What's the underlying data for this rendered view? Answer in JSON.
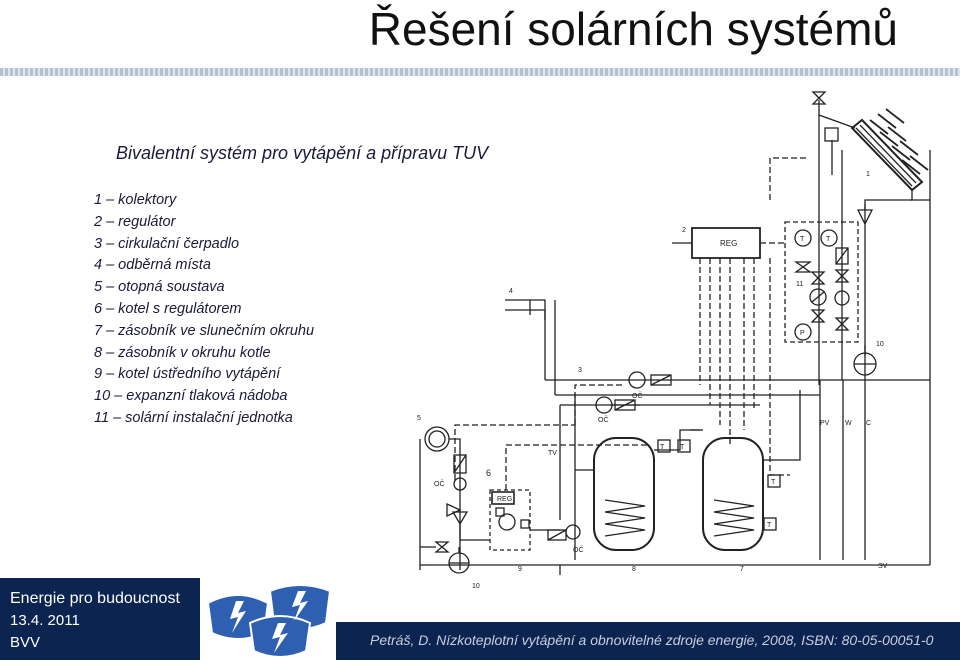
{
  "slide": {
    "title": "Řešení solárních systémů",
    "subtitle": "Bivalentní systém pro vytápění a přípravu TUV"
  },
  "legend": [
    "1 – kolektory",
    "2 – regulátor",
    "3 – cirkulační čerpadlo",
    "4 – odběrná místa",
    "5 – otopná soustava",
    "6 – kotel s regulátorem",
    "7 – zásobník ve slunečním okruhu",
    "8 – zásobník v okruhu kotle",
    "9 – kotel ústředního vytápění",
    "10 – expanzní tlaková nádoba",
    "11 – solární instalační jednotka"
  ],
  "diagram": {
    "labels": {
      "reg_main": "REG",
      "reg_boiler": "REG",
      "t": "T",
      "p": "P",
      "oc": "OČ",
      "tv": "TV",
      "pv": "PV",
      "w": "W",
      "c": "C",
      "sv": "SV",
      "n1": "1",
      "n2": "2",
      "n3": "3",
      "n4": "4",
      "n5": "5",
      "n6": "6",
      "n7": "7",
      "n8": "8",
      "n9": "9",
      "n10": "10",
      "n11": "11"
    }
  },
  "footer": {
    "line1": "Energie pro budoucnost",
    "line2": "13.4. 2011",
    "line3": "BVV",
    "citation": "Petráš, D. Nízkoteplotní vytápění a obnovitelné zdroje energie, 2008, ISBN: 80-05-00051-0"
  },
  "colors": {
    "footer_navy": "#0b2450",
    "logo_blue": "#2f5fb0",
    "text": "#1a1a3a"
  },
  "icons": {
    "footer_logos": "shield-lightning-icon"
  }
}
